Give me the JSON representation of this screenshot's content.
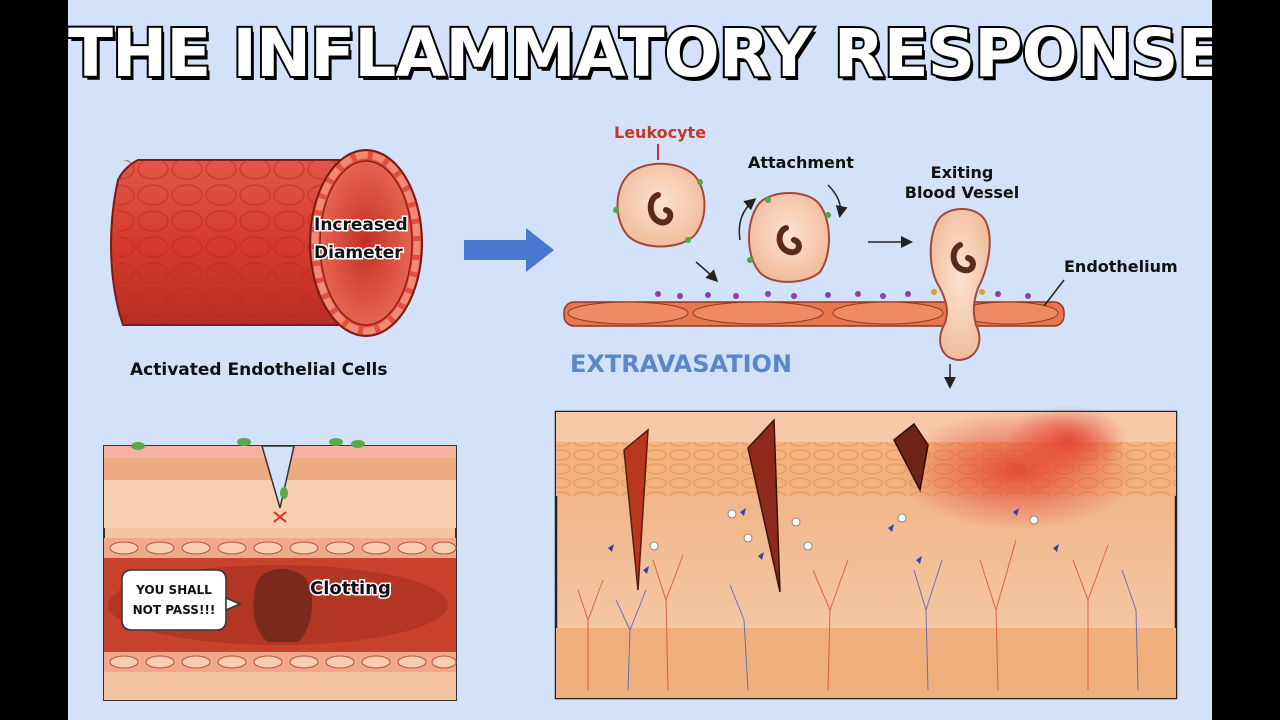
{
  "title": "THE INFLAMMATORY RESPONSE",
  "vessel": {
    "label": "Activated Endothelial Cells",
    "inner_line1": "Increased",
    "inner_line2": "Diameter"
  },
  "extravasation": {
    "heading": "EXTRAVASATION",
    "leukocyte": "Leukocyte",
    "attachment": "Attachment",
    "exiting_line1": "Exiting",
    "exiting_line2": "Blood Vessel",
    "endothelium": "Endothelium"
  },
  "clotting": {
    "label": "Clotting",
    "speech_line1": "YOU SHALL",
    "speech_line2": "NOT PASS!!!"
  },
  "colors": {
    "background": "#d3e1f9",
    "vessel_red": "#d8392c",
    "heading_blue": "#5b86c7",
    "arrow_blue": "#4a78d0",
    "leukocyte_label": "#c0392b",
    "skin": "#f2b98c"
  }
}
